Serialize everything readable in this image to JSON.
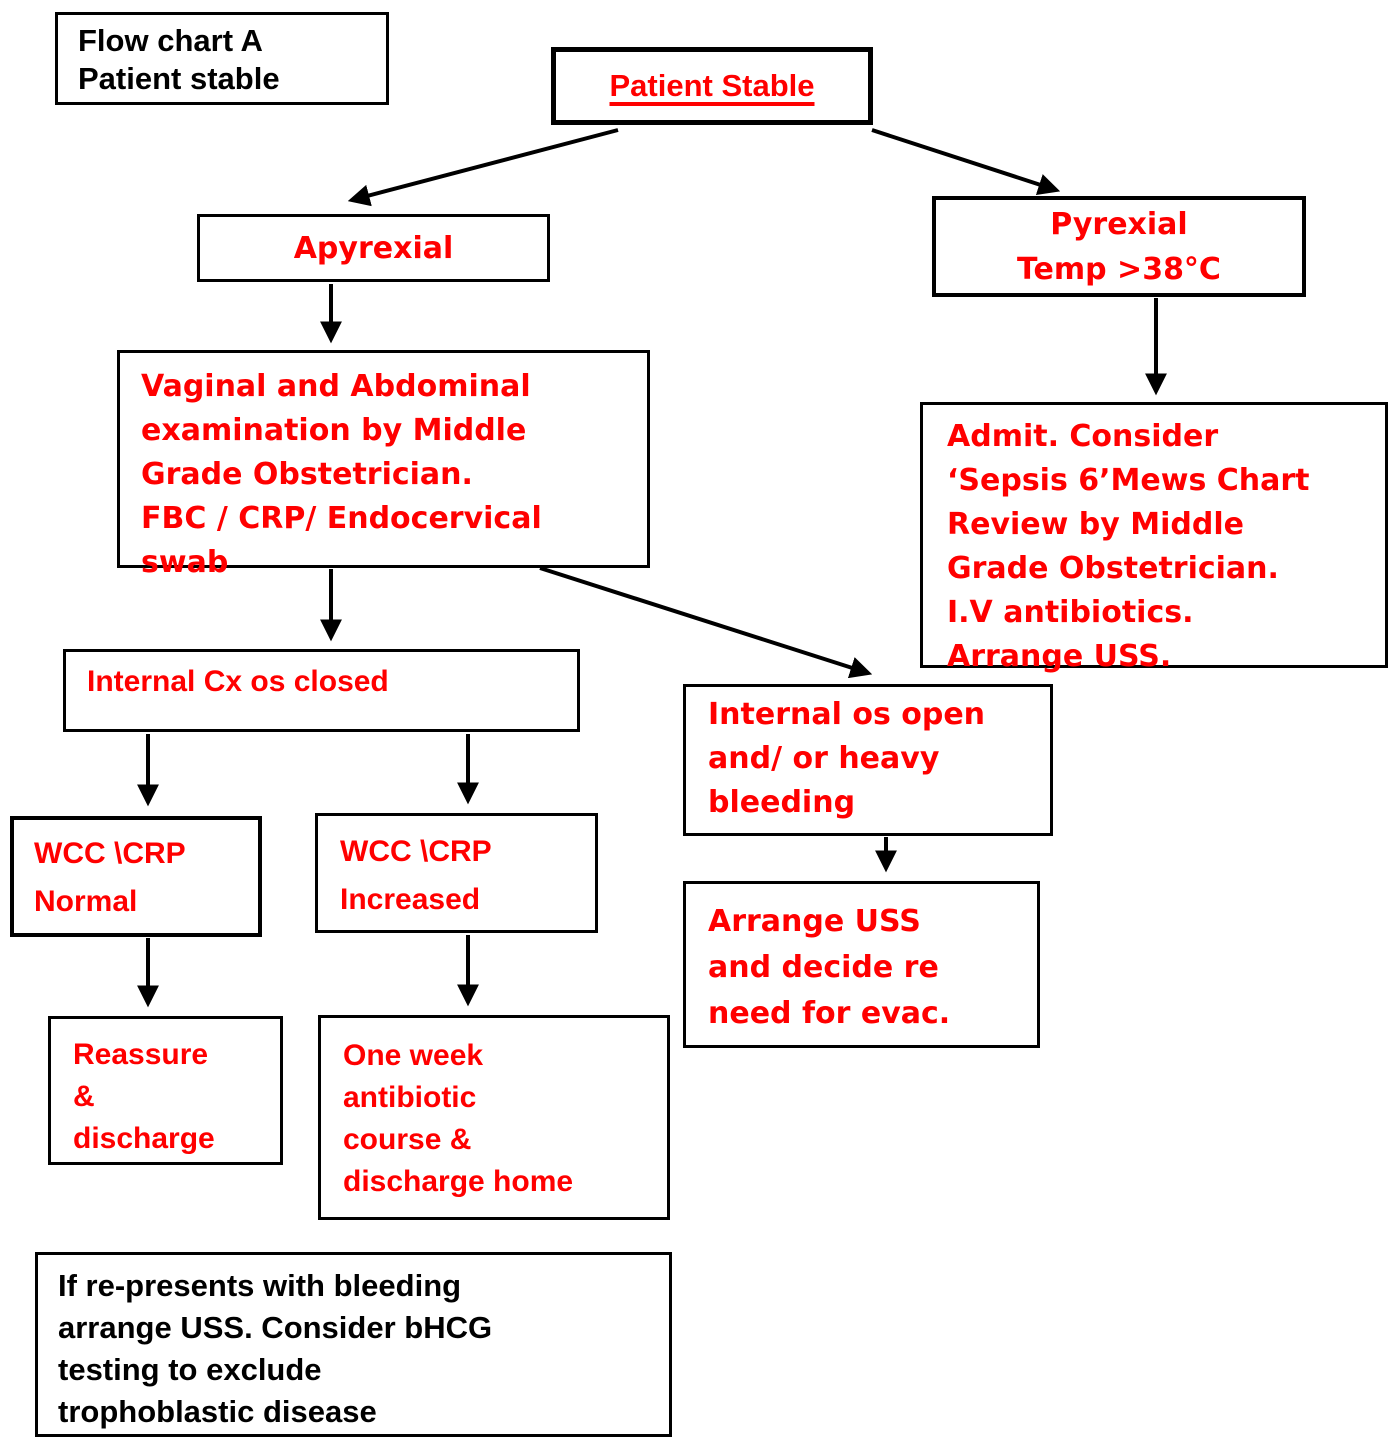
{
  "colors": {
    "node_text_red": "#ff0000",
    "text_black": "#000000",
    "border_black": "#000000",
    "background": "#ffffff"
  },
  "nodes": {
    "title": {
      "text": "Flow chart A\nPatient stable"
    },
    "patient_stable": {
      "text": "Patient Stable"
    },
    "apyrexial": {
      "text": "Apyrexial"
    },
    "pyrexial": {
      "text": "Pyrexial\nTemp >38°C"
    },
    "examination": {
      "text": "Vaginal and Abdominal\nexamination by Middle\nGrade Obstetrician.\nFBC / CRP/ Endocervical\nswab"
    },
    "admit": {
      "text": "Admit. Consider\n‘Sepsis 6’Mews Chart\nReview by Middle\nGrade Obstetrician.\nI.V antibiotics.\nArrange USS."
    },
    "internal_cx_closed": {
      "text": "Internal Cx os closed"
    },
    "internal_os_open": {
      "text": "Internal os open\nand/ or heavy\nbleeding"
    },
    "wcc_normal": {
      "text": "WCC \\CRP\nNormal"
    },
    "wcc_increased": {
      "text": "WCC \\CRP\nIncreased"
    },
    "arrange_uss": {
      "text": "Arrange USS\nand decide re\nneed for evac."
    },
    "reassure": {
      "text": "Reassure\n&\ndischarge"
    },
    "one_week": {
      "text": "One week\nantibiotic\ncourse &\ndischarge home"
    },
    "note": {
      "text": "If re-presents with bleeding\narrange USS. Consider bHCG\ntesting to exclude\ntrophoblastic disease"
    }
  }
}
